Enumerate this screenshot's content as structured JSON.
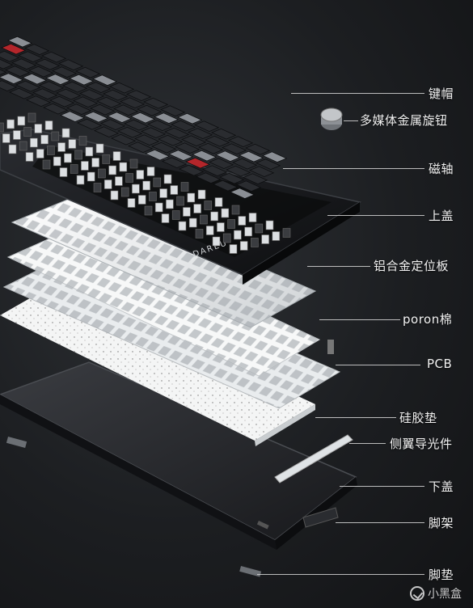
{
  "labels": [
    {
      "key": "keycaps",
      "text": "键帽"
    },
    {
      "key": "knob",
      "text": "多媒体金属旋钮"
    },
    {
      "key": "switches",
      "text": "磁轴"
    },
    {
      "key": "top-case",
      "text": "上盖"
    },
    {
      "key": "plate",
      "text": "铝合金定位板"
    },
    {
      "key": "poron",
      "text": "poron棉"
    },
    {
      "key": "pcb",
      "text": "PCB"
    },
    {
      "key": "silicone",
      "text": "硅胶垫"
    },
    {
      "key": "light-guide",
      "text": "侧翼导光件"
    },
    {
      "key": "bottom-case",
      "text": "下盖"
    },
    {
      "key": "stand",
      "text": "脚架"
    },
    {
      "key": "feet",
      "text": "脚垫"
    }
  ],
  "brand_text": "DAREU",
  "watermark": "小黑盒",
  "colors": {
    "keycap_dark": "#2a2c30",
    "keycap_light": "#8a8e94",
    "accent_red": "#b3262b",
    "case": "#15161a",
    "plate": "#eef0f1",
    "label_text": "#f2f2f2"
  }
}
